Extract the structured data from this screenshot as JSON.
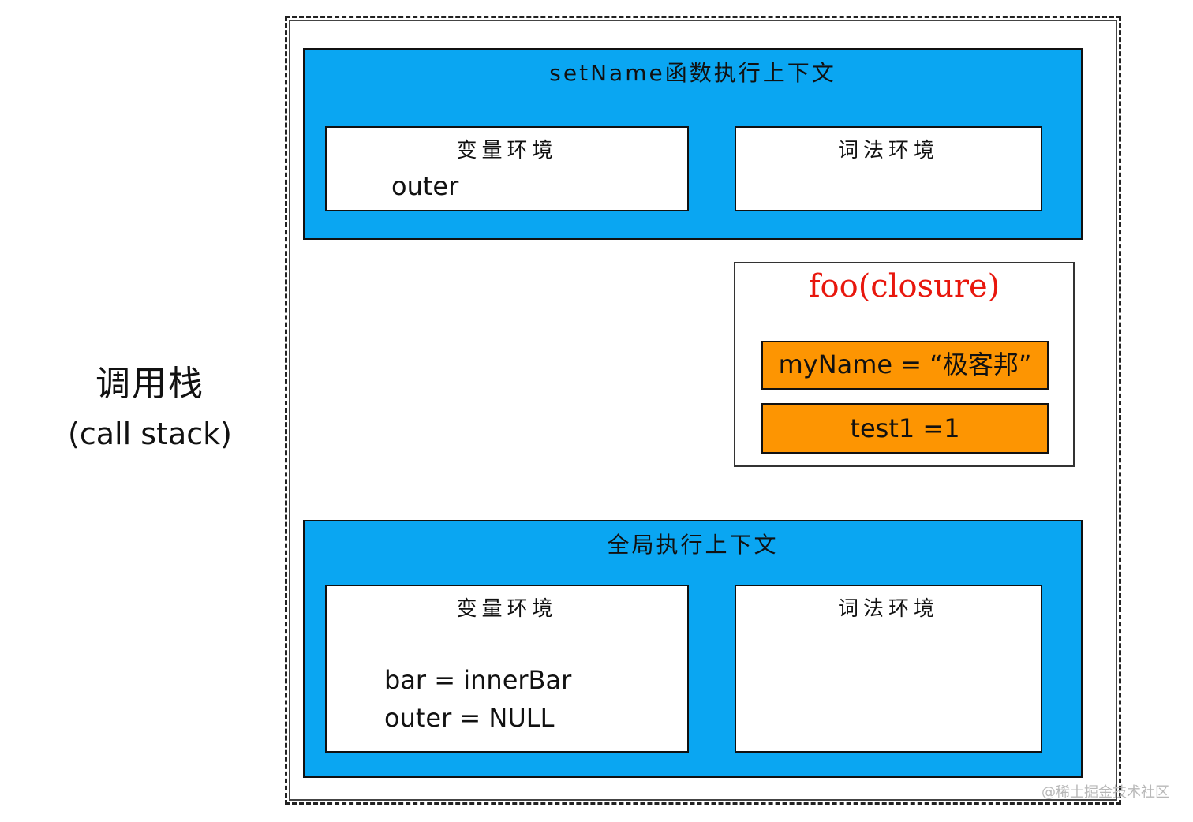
{
  "call_stack": {
    "label_zh": "调用栈",
    "label_en": "(call stack)"
  },
  "set_name_context": {
    "title": "setName函数执行上下文",
    "variable_env": {
      "title": "变量环境",
      "lines": [
        "outer"
      ]
    },
    "lexical_env": {
      "title": "词法环境"
    }
  },
  "closure": {
    "title": "foo(closure)",
    "items": [
      "myName = “极客邦”",
      "test1 =1"
    ]
  },
  "global_context": {
    "title": "全局执行上下文",
    "variable_env": {
      "title": "变量环境",
      "lines": [
        "bar =  innerBar",
        "outer = NULL"
      ]
    },
    "lexical_env": {
      "title": "词法环境"
    }
  },
  "watermark": "@稀土掘金技术社区",
  "colors": {
    "context_blue": "#0aa6f2",
    "closure_orange": "#fd9502",
    "closure_title_red": "#e8170d"
  }
}
